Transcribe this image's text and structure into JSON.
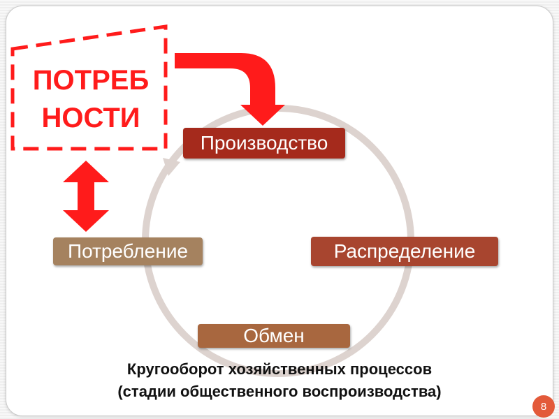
{
  "needs": {
    "line1": "ПОТРЕБ",
    "line2": "НОСТИ"
  },
  "stages": {
    "production": "Производство",
    "distribution": "Распределение",
    "exchange": "Обмен",
    "consumption": "Потребление"
  },
  "caption": {
    "line1": "Кругооборот хозяйственных процессов",
    "line2": "(стадии общественного воспроизводства)"
  },
  "page_number": "8",
  "colors": {
    "arrow_red": "#ff1b1b",
    "production": "#a52a1c",
    "distribution": "#a8452f",
    "exchange": "#a8673f",
    "consumption": "#a5825f",
    "cycle_ring": "#ddd3cf",
    "page_badge": "#e35a3a"
  }
}
